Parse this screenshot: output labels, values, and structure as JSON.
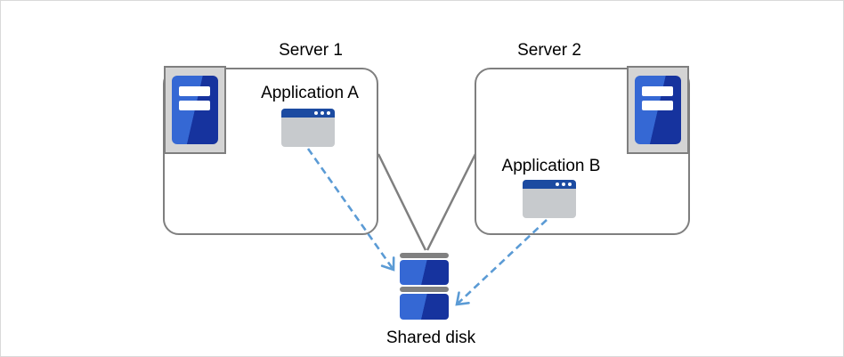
{
  "diagram": {
    "type": "architecture-diagram",
    "nodes": {
      "server1": {
        "label": "Server 1",
        "icon": "server-tower-icon"
      },
      "server2": {
        "label": "Server 2",
        "icon": "server-tower-icon"
      },
      "app_a": {
        "label": "Application A",
        "icon": "app-window-icon"
      },
      "app_b": {
        "label": "Application B",
        "icon": "app-window-icon"
      },
      "shared_disk": {
        "label": "Shared disk",
        "icon": "disk-stack-icon"
      }
    },
    "edges": [
      {
        "from": "server1",
        "to": "shared_disk",
        "style": "solid-gray-line"
      },
      {
        "from": "server2",
        "to": "shared_disk",
        "style": "solid-gray-line"
      },
      {
        "from": "app_a",
        "to": "shared_disk",
        "style": "dashed-blue-arrow"
      },
      {
        "from": "app_b",
        "to": "shared_disk",
        "style": "dashed-blue-arrow"
      }
    ],
    "colors": {
      "border_gray": "#7F7F7F",
      "canvas_border": "#D9D9D9",
      "arrow_blue": "#5B9BD5",
      "icon_blue_light": "#3568D4",
      "icon_blue_dark": "#16339E",
      "titlebar_blue": "#1C4BA1",
      "icon_frame_gray": "#D4D4D4",
      "app_body_gray": "#C7CACD",
      "disk_bar_gray": "#808080"
    }
  }
}
